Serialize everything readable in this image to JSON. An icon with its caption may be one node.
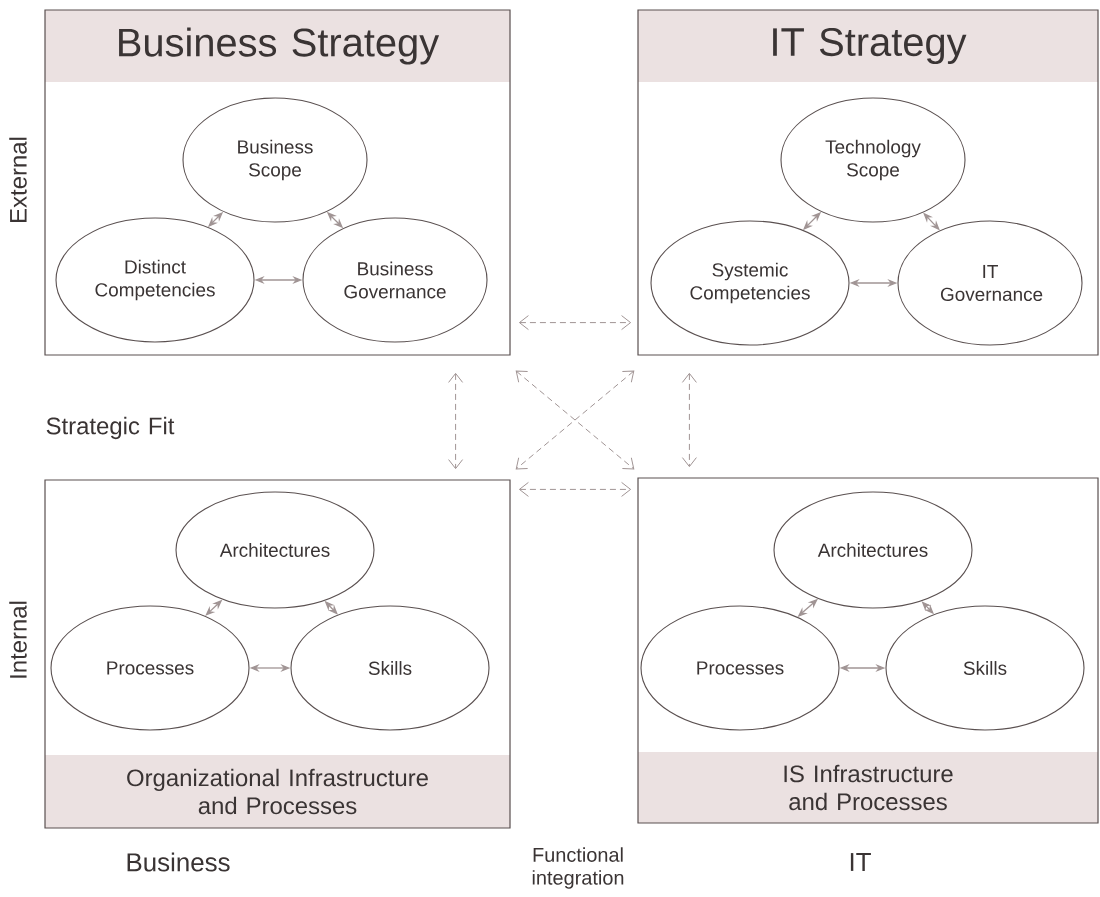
{
  "diagram": {
    "nodes": [
      {
        "text": [
          "Business Strategy"
        ]
      },
      {
        "text": [
          "Business Scope"
        ],
        "in": 0
      },
      {
        "text": [
          "Distinct Competencies"
        ],
        "in": 0
      },
      {
        "text": [
          "Business Governance"
        ],
        "in": 0
      },
      {
        "text": [
          "IT Strategy"
        ]
      },
      {
        "text": [
          "Technology Scope"
        ],
        "in": 4
      },
      {
        "text": [
          "Systemic Competencies"
        ],
        "in": 4
      },
      {
        "text": [
          "IT Governance"
        ],
        "in": 4
      },
      {
        "text": [
          "Organizational Infrastructure and Processes"
        ]
      },
      {
        "text": [
          "Architectures"
        ],
        "in": 8
      },
      {
        "text": [
          "Processes"
        ],
        "in": 8
      },
      {
        "text": [
          "Skills"
        ],
        "in": 8
      },
      {
        "text": [
          "IS Infrastructure and Processes"
        ]
      },
      {
        "text": [
          "Architectures"
        ],
        "in": 12
      },
      {
        "text": [
          "Processes"
        ],
        "in": 12
      },
      {
        "text": [
          "Skills"
        ],
        "in": 12
      }
    ],
    "edges": [
      {
        "from": 1,
        "to": 2,
        "arrow": "both"
      },
      {
        "from": 1,
        "to": 3,
        "arrow": "both"
      },
      {
        "from": 2,
        "to": 3,
        "arrow": "both"
      },
      {
        "from": 5,
        "to": 6,
        "arrow": "both"
      },
      {
        "from": 5,
        "to": 7,
        "arrow": "both"
      },
      {
        "from": 6,
        "to": 7,
        "arrow": "both"
      },
      {
        "from": 9,
        "to": 10,
        "arrow": "both"
      },
      {
        "from": 9,
        "to": 11,
        "arrow": "both"
      },
      {
        "from": 10,
        "to": 11,
        "arrow": "both"
      },
      {
        "from": 13,
        "to": 14,
        "arrow": "both"
      },
      {
        "from": 13,
        "to": 15,
        "arrow": "both"
      },
      {
        "from": 14,
        "to": 15,
        "arrow": "both"
      },
      {
        "from": 0,
        "to": 4,
        "arrow": "both",
        "style": "dashed"
      },
      {
        "from": 0,
        "to": 8,
        "arrow": "both",
        "style": "dashed"
      },
      {
        "from": 4,
        "to": 12,
        "arrow": "both",
        "style": "dashed"
      },
      {
        "from": 0,
        "to": 12,
        "arrow": "both",
        "style": "dashed"
      },
      {
        "from": 4,
        "to": 8,
        "arrow": "both",
        "style": "dashed"
      },
      {
        "from": 8,
        "to": 12,
        "arrow": "both",
        "style": "dashed"
      }
    ],
    "labels": [
      "External",
      "Strategic Fit",
      "Internal",
      "Business",
      "Functional integration",
      "IT"
    ]
  }
}
